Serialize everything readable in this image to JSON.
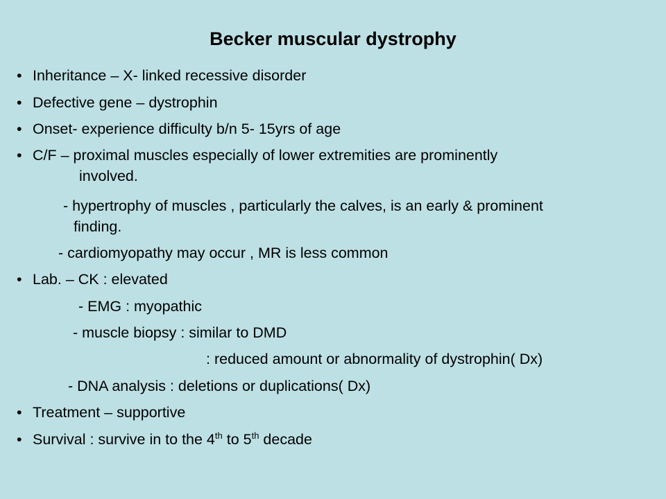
{
  "slide": {
    "title": "Becker muscular dystrophy",
    "bullet_char": "•",
    "items": [
      "Inheritance – X- linked recessive disorder",
      "Defective gene – dystrophin",
      "Onset- experience difficulty b/n 5- 15yrs of age",
      "C/F – proximal muscles especially of lower extremities are prominently",
      "involved.",
      "- hypertrophy of muscles , particularly the calves, is an early & prominent",
      "finding.",
      "- cardiomyopathy may occur , MR is less common",
      "Lab. – CK : elevated",
      "- EMG : myopathic",
      "- muscle biopsy : similar to DMD",
      ": reduced amount or abnormality of dystrophin( Dx)",
      "- DNA analysis : deletions or duplications( Dx)",
      "Treatment – supportive"
    ],
    "survival": {
      "prefix": "Survival : survive in to the 4",
      "sup1": "th",
      "middle": " to 5",
      "sup2": "th",
      "suffix": " decade"
    }
  }
}
